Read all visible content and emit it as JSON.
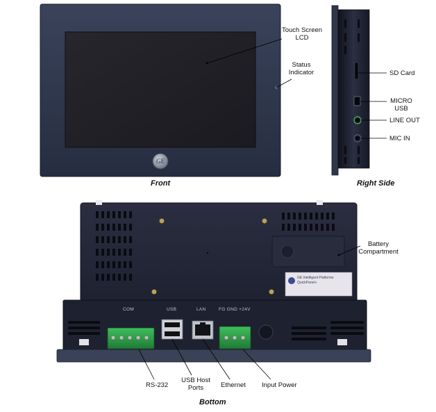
{
  "views": {
    "front": "Front",
    "right_side": "Right Side",
    "bottom": "Bottom"
  },
  "callouts": {
    "touch_screen": [
      "Touch Screen",
      "LCD"
    ],
    "status_indicator": [
      "Status",
      "Indicator"
    ],
    "sd_card": "SD Card",
    "micro_usb": [
      "MICRO",
      "USB"
    ],
    "line_out": "LINE OUT",
    "mic_in": "MIC IN",
    "battery": [
      "Battery",
      "Compartment"
    ],
    "rs232": "RS-232",
    "usb_host": [
      "USB Host",
      "Ports"
    ],
    "ethernet": "Ethernet",
    "input_power": "Input Power"
  },
  "silkscreen": {
    "com": "COM",
    "usb": "USB",
    "lan": "LAN",
    "power": "FG GND +24V"
  },
  "logo": "GE",
  "product_label": [
    "GE Intelligent Platforms",
    "QuickPanel+"
  ],
  "colors": {
    "bezel": "#2c3449",
    "screen": "#202026",
    "housing": "#1f2231",
    "terminal_green": "#2f9e4a",
    "callout_line": "#000000"
  }
}
